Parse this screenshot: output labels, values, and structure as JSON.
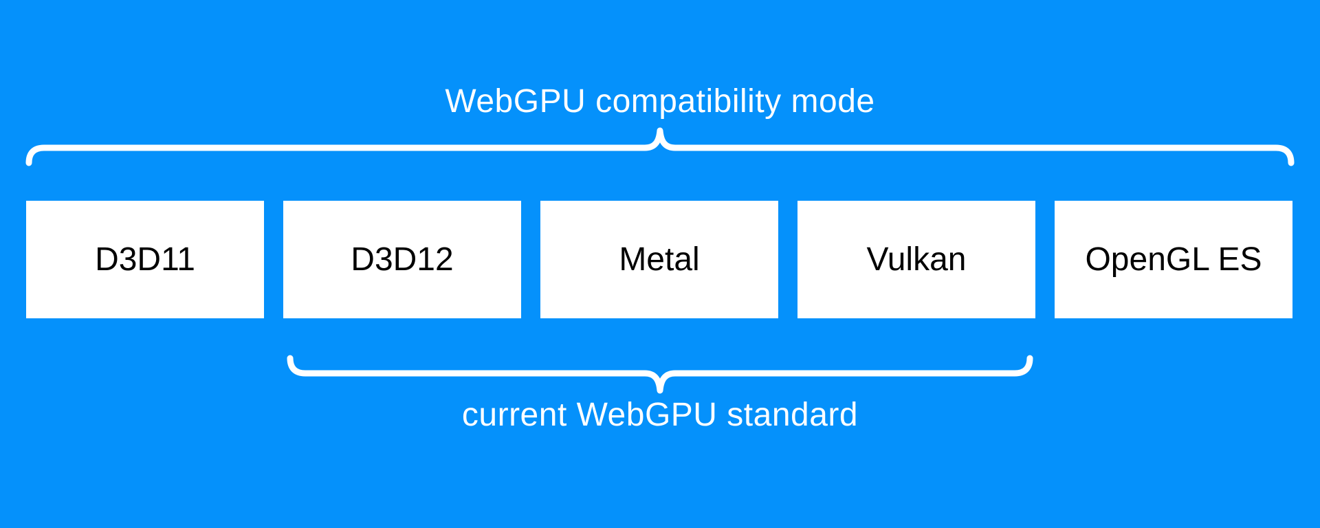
{
  "labels": {
    "top": "WebGPU compatibility mode",
    "bottom": "current WebGPU standard"
  },
  "boxes": [
    "D3D11",
    "D3D12",
    "Metal",
    "Vulkan",
    "OpenGL ES"
  ],
  "colors": {
    "background": "#0591fb",
    "brace": "#ffffff",
    "boxBg": "#ffffff",
    "boxText": "#000000",
    "labelText": "#ffffff"
  }
}
